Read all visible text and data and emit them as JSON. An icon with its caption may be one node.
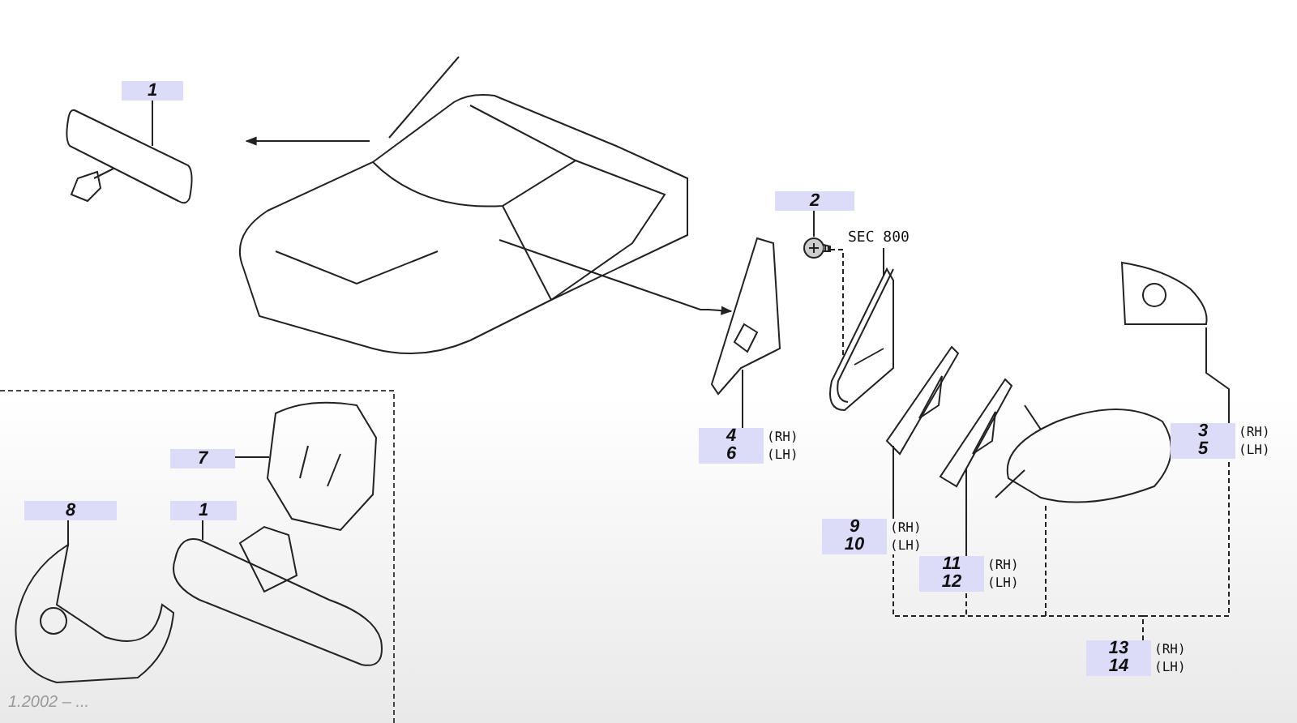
{
  "diagram": {
    "nodes": [
      {
        "text": [
          "1"
        ]
      },
      {
        "text": [],
        "shape": "picture"
      },
      {
        "text": [],
        "shape": "picture"
      },
      {
        "text": [
          "2"
        ]
      },
      {
        "text": [],
        "shape": "picture"
      },
      {
        "text": [
          "SEC 800"
        ]
      },
      {
        "text": [],
        "shape": "picture"
      },
      {
        "text": [],
        "shape": "picture"
      },
      {
        "text": [
          "4",
          "(RH)",
          "6",
          "(LH)"
        ]
      },
      {
        "text": [
          "3",
          "(RH)",
          "5",
          "(LH)"
        ]
      },
      {
        "text": [],
        "shape": "picture"
      },
      {
        "text": [
          "9",
          "(RH)",
          "10",
          "(LH)"
        ]
      },
      {
        "text": [],
        "shape": "picture"
      },
      {
        "text": [
          "11",
          "(RH)",
          "12",
          "(LH)"
        ]
      },
      {
        "text": [],
        "shape": "picture"
      },
      {
        "text": [],
        "shape": "picture"
      },
      {
        "text": [
          "13",
          "(RH)",
          "14",
          "(LH)"
        ]
      },
      {
        "text": [
          "7"
        ]
      },
      {
        "text": [],
        "shape": "picture"
      },
      {
        "text": [
          "8"
        ]
      },
      {
        "text": [],
        "shape": "picture"
      },
      {
        "text": [
          "1"
        ]
      },
      {
        "text": [],
        "shape": "picture"
      }
    ],
    "edges": [
      {
        "from": 0,
        "to": 1,
        "arrow": "none"
      },
      {
        "from": 2,
        "to": null,
        "arrow": "to"
      },
      {
        "from": 2,
        "to": 7,
        "arrow": "to"
      },
      {
        "from": 3,
        "to": 4,
        "arrow": "none"
      },
      {
        "from": 4,
        "to": 6,
        "arrow": "none",
        "style": "dashed"
      },
      {
        "from": 5,
        "to": 6,
        "arrow": "none"
      },
      {
        "from": 8,
        "to": 7,
        "arrow": "none"
      },
      {
        "from": 9,
        "to": 10,
        "arrow": "none"
      },
      {
        "from": 11,
        "to": 12,
        "arrow": "none"
      },
      {
        "from": 13,
        "to": 14,
        "arrow": "none"
      },
      {
        "from": 16,
        "to": 11,
        "arrow": "none",
        "style": "dashed"
      },
      {
        "from": 16,
        "to": 13,
        "arrow": "none",
        "style": "dashed"
      },
      {
        "from": 16,
        "to": 15,
        "arrow": "none",
        "style": "dashed"
      },
      {
        "from": 16,
        "to": 9,
        "arrow": "none",
        "style": "dashed"
      },
      {
        "from": 17,
        "to": 18,
        "arrow": "none"
      },
      {
        "from": 19,
        "to": 20,
        "arrow": "none"
      },
      {
        "from": 21,
        "to": 22,
        "arrow": "none"
      }
    ],
    "labels": [
      "1.2002 – ..."
    ]
  }
}
